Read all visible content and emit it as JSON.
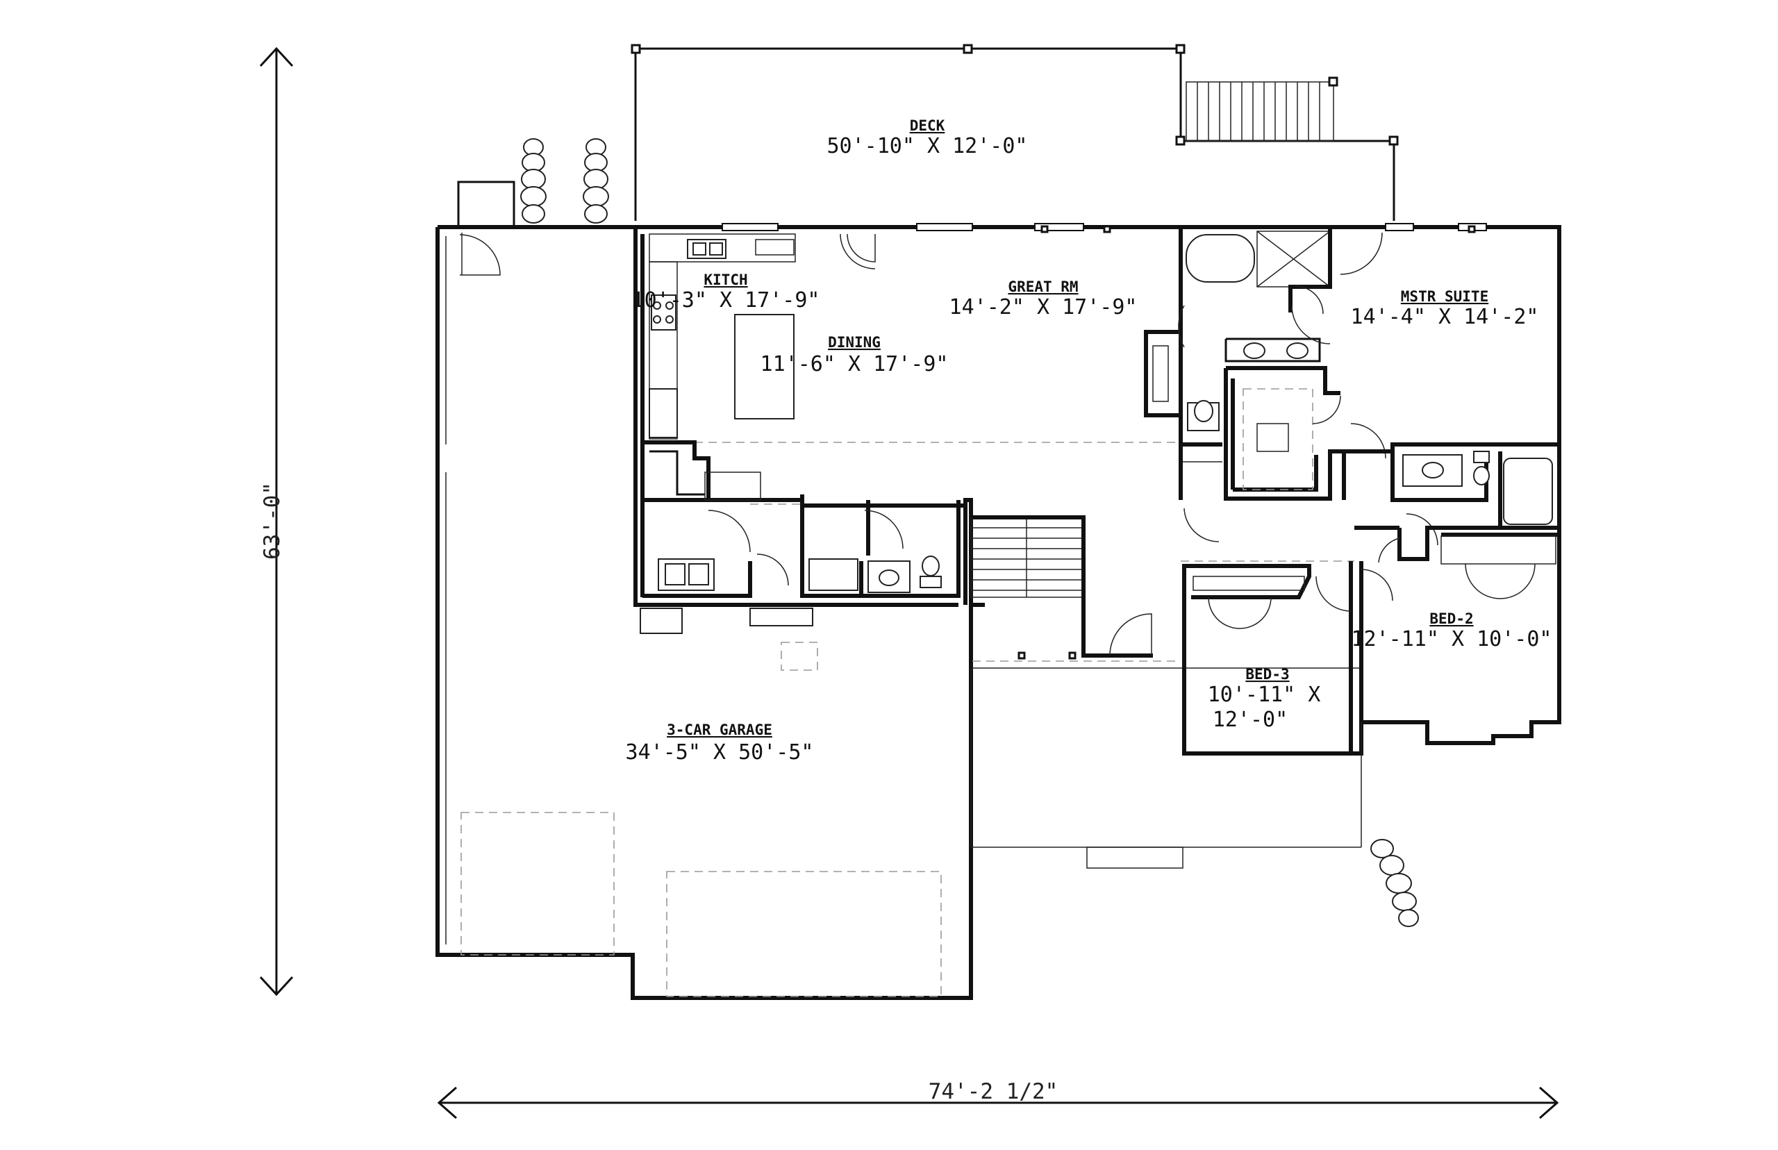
{
  "plan": {
    "rooms": {
      "deck": {
        "name": "DECK",
        "size": "50'-10\" X 12'-0\""
      },
      "kitchen": {
        "name": "KITCH",
        "size": "10'-3\" X 17'-9\""
      },
      "great_room": {
        "name": "GREAT RM",
        "size": "14'-2\" X 17'-9\""
      },
      "dining": {
        "name": "DINING",
        "size": "11'-6\" X 17'-9\""
      },
      "master_suite": {
        "name": "MSTR SUITE",
        "size": "14'-4\" X 14'-2\""
      },
      "bed2": {
        "name": "BED-2",
        "size": "12'-11\" X 10'-0\""
      },
      "bed3": {
        "name": "BED-3",
        "size_line1": "10'-11\" X",
        "size_line2": "12'-0\""
      },
      "garage": {
        "name": "3-CAR GARAGE",
        "size": "34'-5\" X 50'-5\""
      }
    },
    "overall_width": "74'-2 1/2\"",
    "overall_depth": "63'-0\""
  }
}
